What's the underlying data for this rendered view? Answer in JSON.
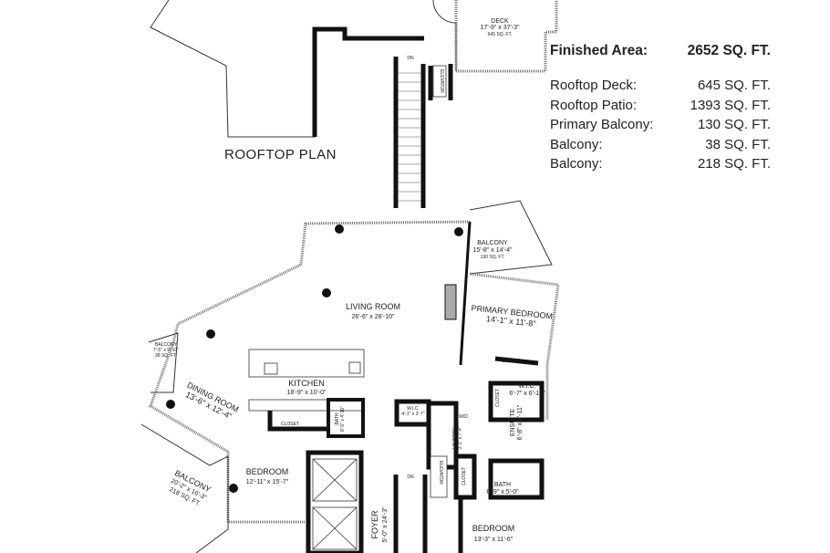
{
  "summary": {
    "finished_label": "Finished Area:",
    "finished_value": "2652 SQ. FT.",
    "rows": [
      {
        "label": "Rooftop Deck:",
        "value": "645 SQ. FT."
      },
      {
        "label": "Rooftop Patio:",
        "value": "1393 SQ. FT."
      },
      {
        "label": "Primary Balcony:",
        "value": "130 SQ. FT."
      },
      {
        "label": "Balcony:",
        "value": "38 SQ. FT."
      },
      {
        "label": "Balcony:",
        "value": "218 SQ. FT."
      }
    ]
  },
  "rooftop": {
    "title": "ROOFTOP PLAN",
    "deck": {
      "name": "DECK",
      "dims": "17'-9\" x 37'-3\"",
      "area": "645 SQ. FT."
    },
    "stair_label": "DN",
    "elevator_label": "ELEVATOR"
  },
  "rooms": {
    "living": {
      "name": "LIVING ROOM",
      "dims": "26'-6\" x 28'-10\""
    },
    "primary_balcony": {
      "name": "BALCONY",
      "dims": "15'-8\" x 14'-4\"",
      "area": "130 SQ. FT."
    },
    "primary_bedroom": {
      "name": "PRIMARY BEDROOM",
      "dims": "14'-1\" x 11'-8\""
    },
    "small_balcony": {
      "name": "BALCONY",
      "dims": "7'-5\" x 9'-10\"",
      "area": "38 SQ. FT."
    },
    "kitchen": {
      "name": "KITCHEN",
      "dims": "18'-9\" x 10'-0\""
    },
    "dining": {
      "name": "DINING ROOM",
      "dims": "13'-6\" x 12'-4\""
    },
    "closet1": "CLOSET",
    "bath1": {
      "name": "BATH",
      "dims": "8'-5\" x 4'-10\""
    },
    "closet2": "CLOSET",
    "wic1": {
      "name": "W.I.C.",
      "dims": "6'-7\" x 6'-10\""
    },
    "closet3": "CLOSET",
    "ensuite": {
      "name": "ENSUITE",
      "dims": "6'-8\" x 7'-11\""
    },
    "wic2": {
      "name": "W.I.C.",
      "dims": "4'-1\" x 3'-7\""
    },
    "wd": "W/D",
    "laundry": {
      "name": "LAUNDRY",
      "dims": "3'-1\" x 7'-4\""
    },
    "elevator": "ELEVATOR",
    "closet4": "CLOSET",
    "bath2": {
      "name": "BATH",
      "dims": "6'-9\" x 5'-0\""
    },
    "bedroom1": {
      "name": "BEDROOM",
      "dims": "12'-11\" x 15'-7\""
    },
    "balcony_large": {
      "name": "BALCONY",
      "dims": "20'-2\" x 16'-3\"",
      "area": "218 SQ. FT."
    },
    "foyer": {
      "name": "FOYER",
      "dims": "5'-0\" x 24'-3\""
    },
    "bedroom2": {
      "name": "BEDROOM",
      "dims": "13'-3\" x 11'-6\""
    },
    "stair_label": "DN"
  }
}
